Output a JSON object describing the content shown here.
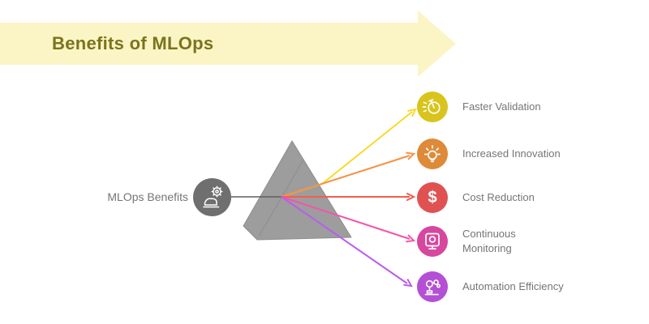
{
  "banner": {
    "title": "Benefits of MLOps",
    "bg_color": "#fbf5c5",
    "title_color": "#7a741d"
  },
  "hub": {
    "label": "MLOps Benefits",
    "icon": "machine-learning-gear-icon",
    "color": "#6f6f6f",
    "connector_color": "#5f5f5f"
  },
  "prism": {
    "fill_color": "#9d9d9d",
    "edge_color": "#8d8d8d"
  },
  "benefits": [
    {
      "label": "Faster Validation",
      "icon": "stopwatch-icon",
      "color": "#d9c41d",
      "line_color": "#f9d927"
    },
    {
      "label": "Increased Innovation",
      "icon": "lightbulb-icon",
      "color": "#de8a38",
      "line_color": "#f59247"
    },
    {
      "label": "Cost Reduction",
      "icon": "dollar-icon",
      "color": "#e05252",
      "line_color": "#f55b50",
      "glyph": "$"
    },
    {
      "label": "Continuous Monitoring",
      "icon": "monitor-icon",
      "color": "#d6479e",
      "line_color": "#f753aa"
    },
    {
      "label": "Automation Efficiency",
      "icon": "robot-arm-icon",
      "color": "#b44fd6",
      "line_color": "#bb5bf0"
    }
  ]
}
